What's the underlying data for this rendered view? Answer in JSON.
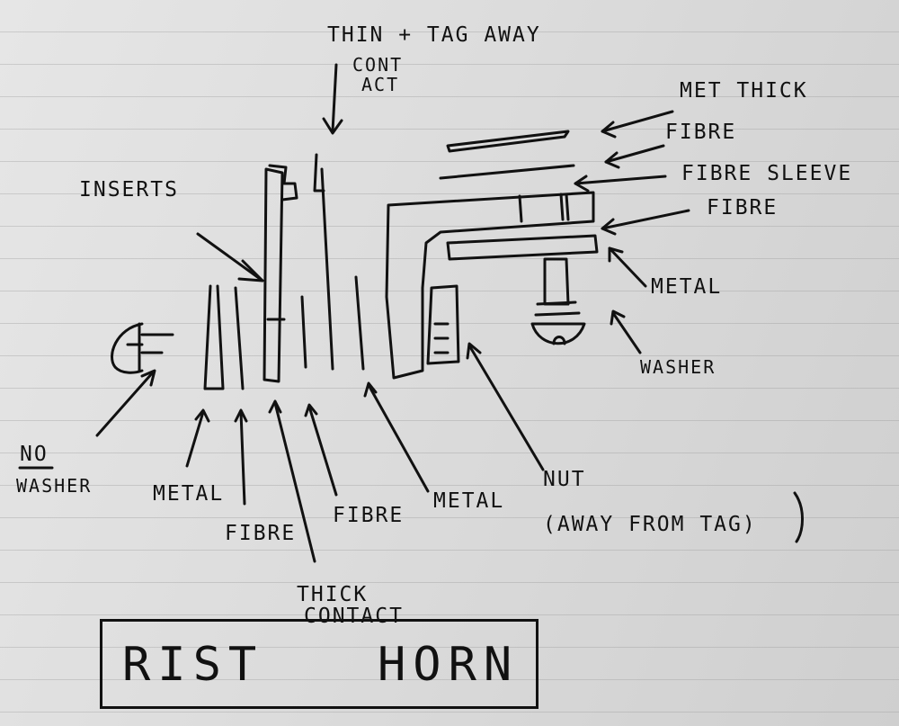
{
  "labels": {
    "thin_tag_away": "THIN + TAG AWAY",
    "cont": "CONT",
    "act": "ACT",
    "met_thick": "MET THICK",
    "fibre_1": "FIBRE",
    "fibre_sleeve": "FIBRE SLEEVE",
    "fibre_2": "FIBRE",
    "metal_right": "METAL",
    "washer_right": "WASHER",
    "inserts": "INSERTS",
    "no": "NO",
    "no_washer": "WASHER",
    "metal_1": "METAL",
    "fibre_3": "FIBRE",
    "thick": "THICK",
    "contact": "CONTACT",
    "fibre_4": "FIBRE",
    "metal_2": "METAL",
    "nut": "NUT",
    "away_from_tag": "(AWAY FROM TAG)"
  },
  "title": {
    "left": "RIST",
    "right": "HORN"
  }
}
